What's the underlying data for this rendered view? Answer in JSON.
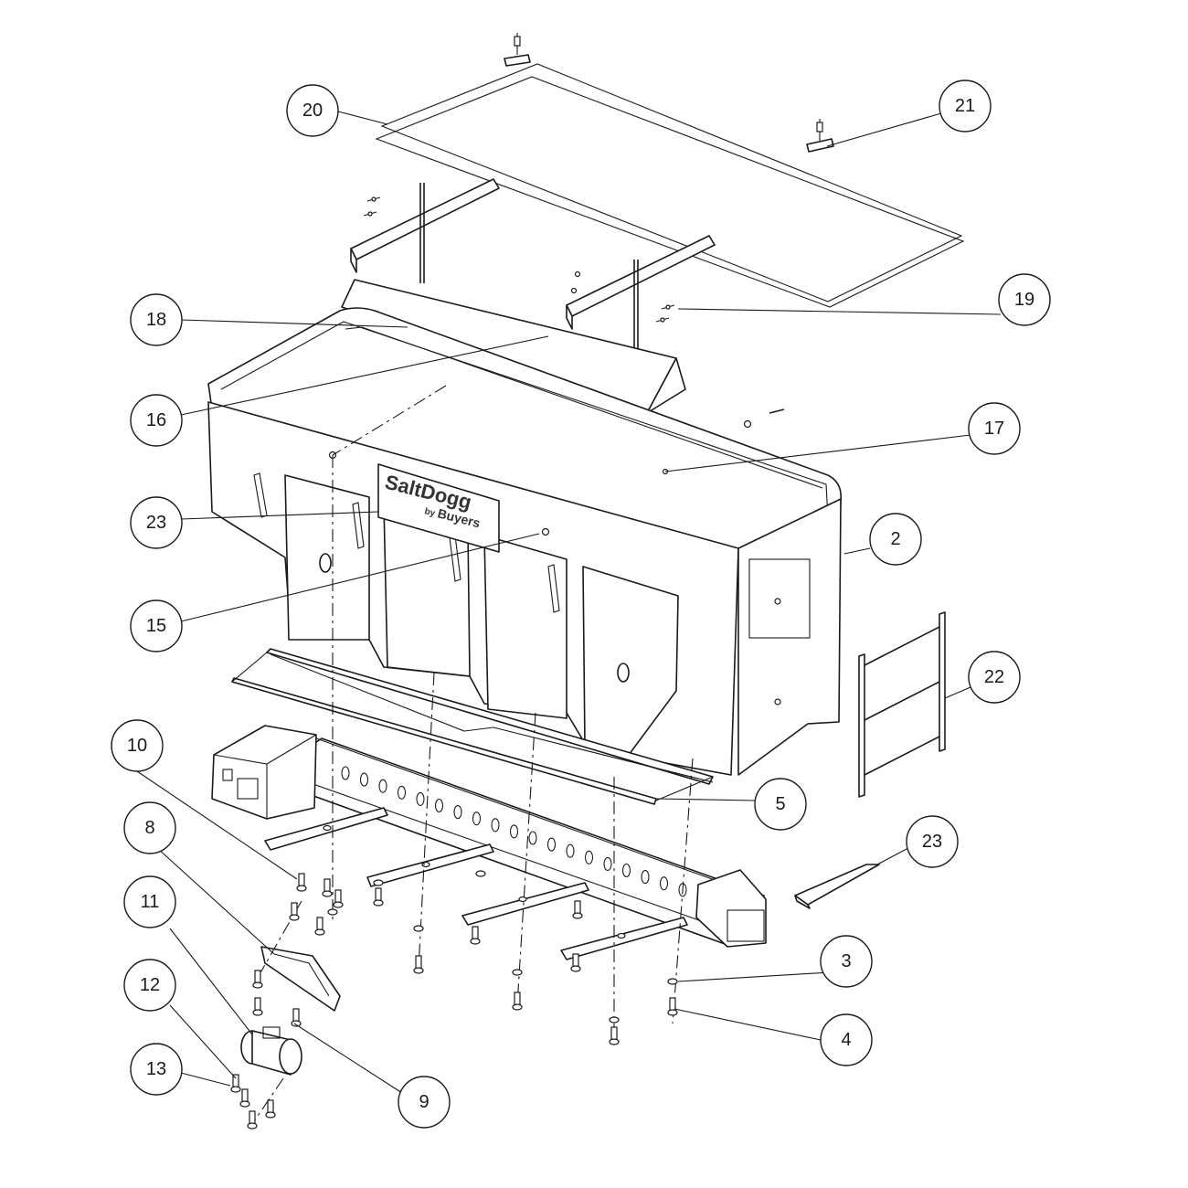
{
  "brand": {
    "name": "SaltDogg",
    "by_line": "by",
    "maker": "Buyers"
  },
  "callouts": [
    {
      "id": "20",
      "label": "20"
    },
    {
      "id": "21",
      "label": "21"
    },
    {
      "id": "19",
      "label": "19"
    },
    {
      "id": "18",
      "label": "18"
    },
    {
      "id": "16",
      "label": "16"
    },
    {
      "id": "17",
      "label": "17"
    },
    {
      "id": "23a",
      "label": "23"
    },
    {
      "id": "2",
      "label": "2"
    },
    {
      "id": "15",
      "label": "15"
    },
    {
      "id": "22",
      "label": "22"
    },
    {
      "id": "10",
      "label": "10"
    },
    {
      "id": "5",
      "label": "5"
    },
    {
      "id": "8",
      "label": "8"
    },
    {
      "id": "23b",
      "label": "23"
    },
    {
      "id": "11",
      "label": "11"
    },
    {
      "id": "3",
      "label": "3"
    },
    {
      "id": "12",
      "label": "12"
    },
    {
      "id": "4",
      "label": "4"
    },
    {
      "id": "13",
      "label": "13"
    },
    {
      "id": "9",
      "label": "9"
    }
  ]
}
